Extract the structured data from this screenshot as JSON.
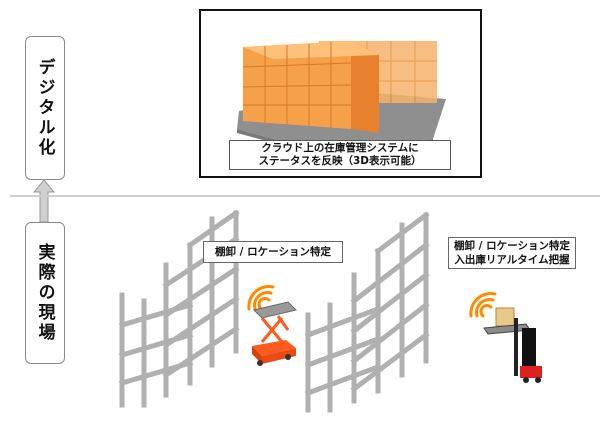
{
  "labels": {
    "digital": "デジタル化",
    "field": "実際の現場"
  },
  "screen": {
    "caption_line1": "クラウド上の在庫管理システムに",
    "caption_line2": "ステータスを反映（3D表示可能）"
  },
  "callouts": {
    "left": "棚卸 / ロケーション特定",
    "right_line1": "棚卸 / ロケーション特定",
    "right_line2": "入出庫リアルタイム把握"
  },
  "colors": {
    "shelf_orange": "#f5a14a",
    "shelf_gray": "#b8b8b8",
    "signal_orange": "#ff8a00",
    "robot_red": "#ff5a1f",
    "forklift_red": "#e01f1f"
  },
  "icons": {
    "arrow": "up-arrow-icon",
    "signal": "wireless-signal-icon"
  }
}
